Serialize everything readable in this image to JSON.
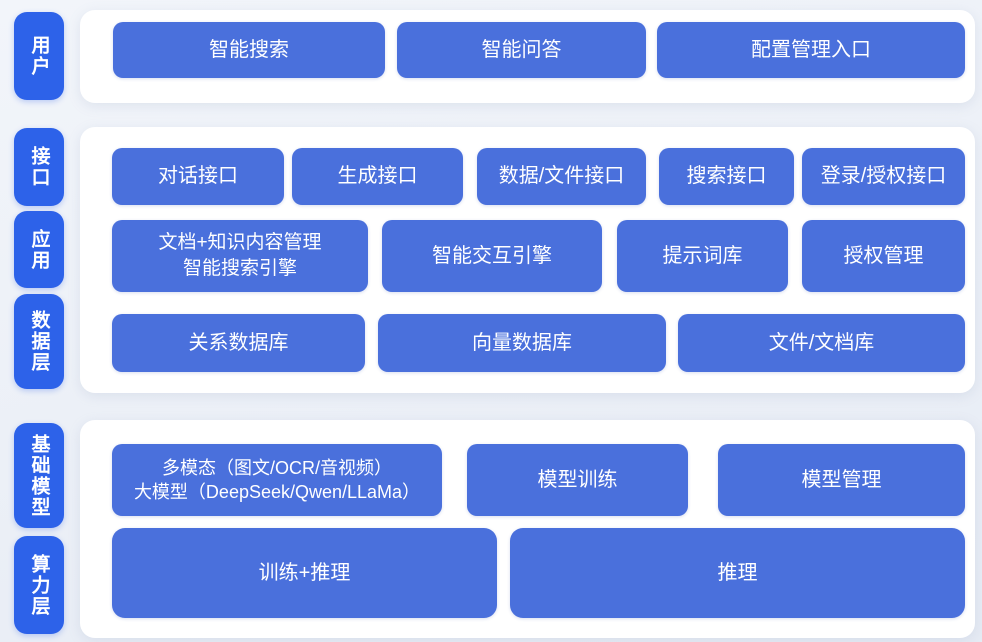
{
  "colors": {
    "page_bg_top": "#f2f5fa",
    "page_bg_bottom": "#e6ebf4",
    "panel_bg": "#ffffff",
    "pill_blue": "#2d62e9",
    "block_blue": "#4a70dc",
    "text_white": "#ffffff"
  },
  "rail": {
    "items": [
      {
        "label": "用户"
      },
      {
        "label": "接口"
      },
      {
        "label": "应用"
      },
      {
        "label": "数据层"
      },
      {
        "label": "基础模型"
      },
      {
        "label": "算力层"
      }
    ]
  },
  "panels": [
    {
      "name": "user-layer",
      "rows": [
        {
          "buttons": [
            {
              "label": "智能搜索"
            },
            {
              "label": "智能问答"
            },
            {
              "label": "配置管理入口"
            }
          ]
        }
      ]
    },
    {
      "name": "interface-application-data-layers",
      "rows": [
        {
          "buttons": [
            {
              "label": "对话接口"
            },
            {
              "label": "生成接口"
            },
            {
              "label": "数据/文件接口"
            },
            {
              "label": "搜索接口"
            },
            {
              "label": "登录/授权接口"
            }
          ]
        },
        {
          "buttons": [
            {
              "label": "文档+知识内容管理",
              "label2": "智能搜索引擎"
            },
            {
              "label": "智能交互引擎"
            },
            {
              "label": "提示词库"
            },
            {
              "label": "授权管理"
            }
          ]
        },
        {
          "buttons": [
            {
              "label": "关系数据库"
            },
            {
              "label": "向量数据库"
            },
            {
              "label": "文件/文档库"
            }
          ]
        }
      ]
    },
    {
      "name": "foundation-compute-layers",
      "rows": [
        {
          "buttons": [
            {
              "label": "多模态（图文/OCR/音视频）",
              "label2": "大模型（DeepSeek/Qwen/LLaMa）"
            },
            {
              "label": "模型训练"
            },
            {
              "label": "模型管理"
            }
          ]
        },
        {
          "buttons": [
            {
              "label": "训练+推理"
            },
            {
              "label": "推理"
            }
          ]
        }
      ]
    }
  ]
}
